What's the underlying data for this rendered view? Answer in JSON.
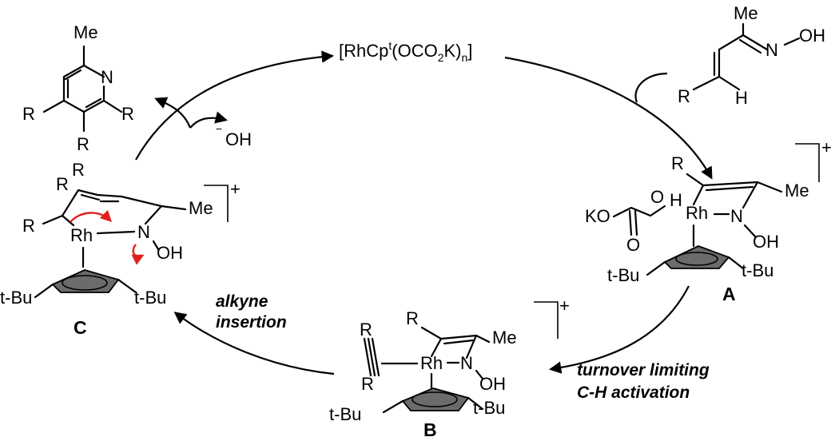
{
  "catalyst": {
    "open": "[RhCp",
    "sup_t": "t",
    "mid": "(OCO",
    "sub_2": "2",
    "k": "K)",
    "sub_n": "n",
    "close": "]"
  },
  "pyridine": {
    "me": "Me",
    "n": "N",
    "r_left": "R",
    "r_bottom": "R",
    "r_right": "R"
  },
  "hydroxide": {
    "minus": "−",
    "oh": "OH"
  },
  "oxime": {
    "me": "Me",
    "n": "N",
    "oh": "OH",
    "r": "R",
    "h": "H"
  },
  "complex_a": {
    "r": "R",
    "me": "Me",
    "ko": "KO",
    "o_single": "O",
    "h": "H",
    "o_double": "O",
    "rh": "Rh",
    "n": "N",
    "oh": "OH",
    "tbu_left": "t-Bu",
    "tbu_right": "t-Bu",
    "label": "A",
    "charge": "+"
  },
  "complex_b": {
    "r_top_alkyne": "R",
    "r_bottom_alkyne": "R",
    "r": "R",
    "me": "Me",
    "rh": "Rh",
    "n": "N",
    "oh": "OH",
    "tbu_left": "t-Bu",
    "tbu_right": "t-Bu",
    "label": "B",
    "charge": "+"
  },
  "complex_c": {
    "r_top": "R",
    "r_upper": "R",
    "r_left": "R",
    "me": "Me",
    "rh": "Rh",
    "n": "N",
    "oh": "OH",
    "tbu_left": "t-Bu",
    "tbu_right": "t-Bu",
    "label": "C",
    "charge": "+"
  },
  "notes": {
    "turnover_line1": "turnover limiting",
    "turnover_line2": "C-H activation",
    "alkyne_line1": "alkyne",
    "alkyne_line2": "insertion"
  },
  "colors": {
    "ink": "#000000",
    "cp_fill": "#6b6b6b",
    "electron_arrow": "#e0211b"
  }
}
